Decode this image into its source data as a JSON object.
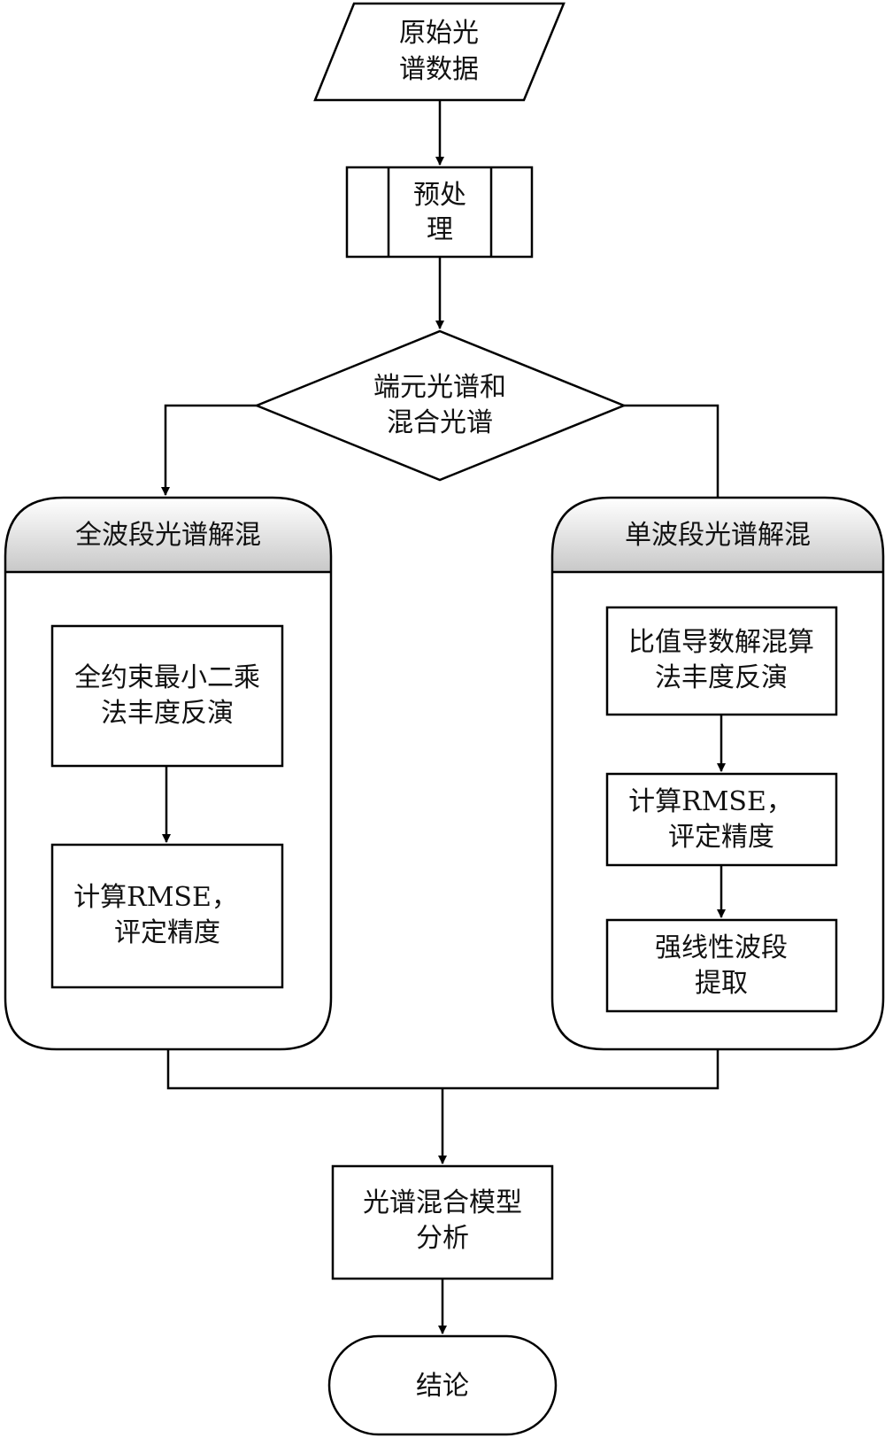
{
  "diagram": {
    "raw_spectra": [
      "原始光",
      "谱数据"
    ],
    "preprocess": [
      "预处",
      "理"
    ],
    "decision": [
      "端元光谱和",
      "混合光谱"
    ],
    "left_group": {
      "title": "全波段光谱解混",
      "step1": [
        "全约束最小二乘",
        "法丰度反演"
      ],
      "step2": [
        "计算RMSE，",
        "评定精度"
      ]
    },
    "right_group": {
      "title": "单波段光谱解混",
      "step1": [
        "比值导数解混算",
        "法丰度反演"
      ],
      "step2": [
        "计算RMSE，",
        "评定精度"
      ],
      "step3": [
        "强线性波段",
        "提取"
      ]
    },
    "analysis": [
      "光谱混合模型",
      "分析"
    ],
    "conclusion": "结论"
  }
}
